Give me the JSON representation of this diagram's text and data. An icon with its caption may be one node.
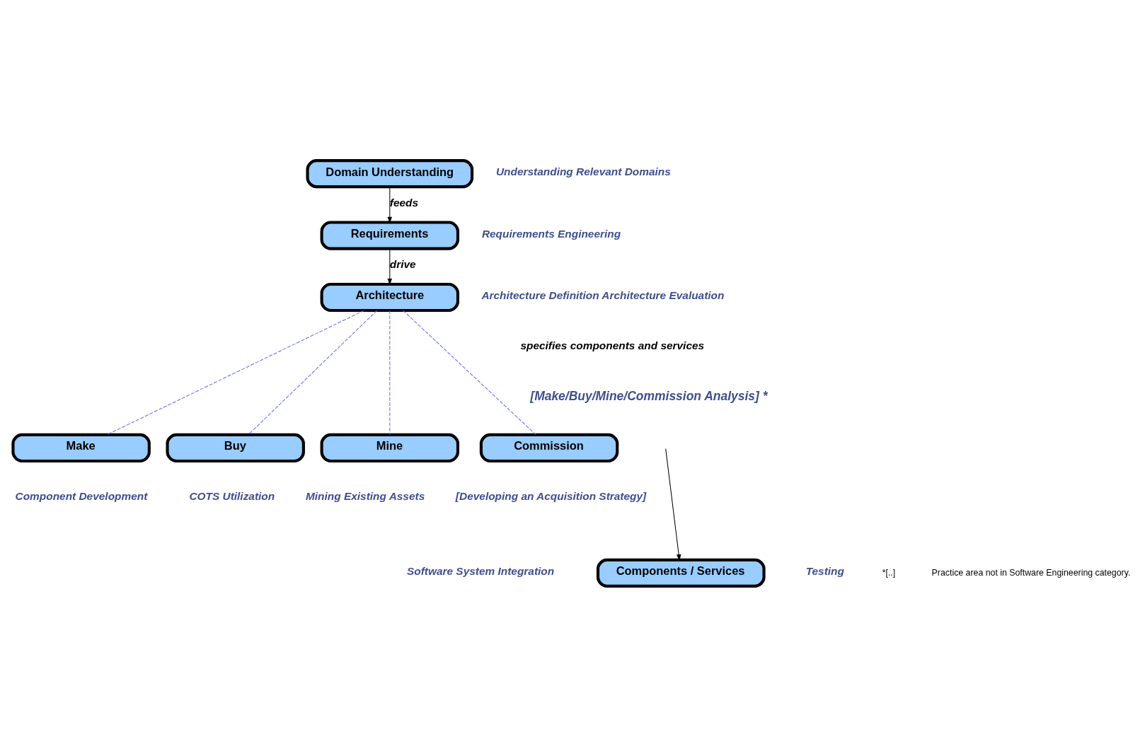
{
  "diagram": {
    "nodes": [
      {
        "text": [
          "Domain Understanding"
        ],
        "beside": [
          "Understanding Relevant Domains"
        ]
      },
      {
        "text": [
          "Requirements"
        ],
        "beside": [
          "Requirements Engineering"
        ]
      },
      {
        "text": [
          "Architecture"
        ],
        "beside": [
          "Architecture Definition Architecture Evaluation"
        ]
      },
      {
        "text": [
          "Make"
        ],
        "beside": [
          "Component Development"
        ]
      },
      {
        "text": [
          "Buy"
        ],
        "beside": [
          "COTS Utilization"
        ]
      },
      {
        "text": [
          "Mine"
        ],
        "beside": [
          "Mining Existing Assets"
        ]
      },
      {
        "text": [
          "Commission"
        ],
        "beside": [
          "[Developing an Acquisition Strategy]"
        ]
      },
      {
        "text": [
          "Components / Services"
        ]
      }
    ],
    "edges": [
      {
        "from": 0,
        "to": 1,
        "arrow": "to",
        "label": "feeds",
        "color": "#000000"
      },
      {
        "from": 1,
        "to": 2,
        "arrow": "to",
        "label": "drive",
        "color": "#000000"
      },
      {
        "from": 2,
        "to": 3,
        "arrow": "none",
        "style": "dashed",
        "color": "#6666ff"
      },
      {
        "from": 2,
        "to": 4,
        "arrow": "none",
        "style": "dashed",
        "color": "#6666ff"
      },
      {
        "from": 2,
        "to": 5,
        "arrow": "none",
        "style": "dashed",
        "color": "#6666ff"
      },
      {
        "from": 2,
        "to": 6,
        "arrow": "none",
        "style": "dashed",
        "color": "#6666ff"
      },
      {
        "from": null,
        "to": 7,
        "arrow": "to",
        "color": "#000000"
      }
    ],
    "labels": [
      "specifies components and services",
      "[Make/Buy/Mine/Commission Analysis] *",
      "Software System Integration",
      "Testing",
      "*[..]",
      "Practice area not in Software Engineering category."
    ]
  }
}
